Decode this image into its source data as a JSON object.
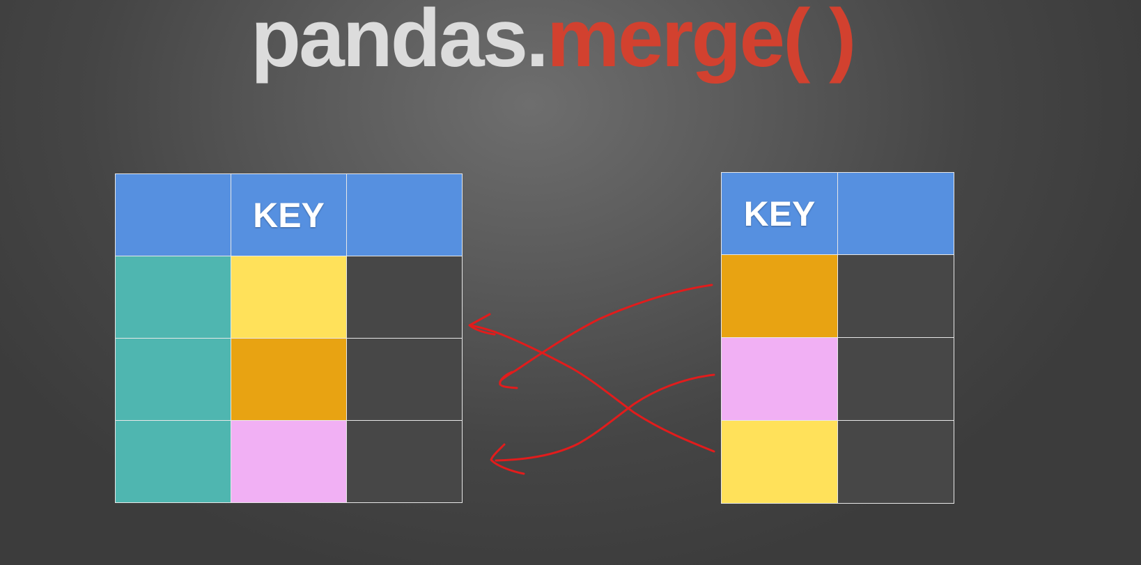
{
  "title": {
    "prefix": "pandas.",
    "function": "merge( )"
  },
  "colors": {
    "background": "#4a4a4a",
    "title_prefix": "#dcdcdc",
    "title_function": "#d2412f",
    "header_blue": "#5690e0",
    "teal": "#4fb6b0",
    "yellow": "#ffe15a",
    "orange": "#e8a312",
    "pink": "#f1b0f4",
    "dark_cell": "#474747",
    "arrow_red": "#e21c1c"
  },
  "left_table": {
    "headers": [
      "",
      "KEY",
      ""
    ],
    "rows": [
      [
        "teal",
        "yellow",
        "dark_cell"
      ],
      [
        "teal",
        "orange",
        "dark_cell"
      ],
      [
        "teal",
        "pink",
        "dark_cell"
      ]
    ]
  },
  "right_table": {
    "headers": [
      "KEY",
      ""
    ],
    "rows": [
      [
        "orange",
        "dark_cell"
      ],
      [
        "pink",
        "dark_cell"
      ],
      [
        "yellow",
        "dark_cell"
      ]
    ]
  },
  "arrows": [
    {
      "from": "right-row-1",
      "to": "left-row-2",
      "color": "arrow_red"
    },
    {
      "from": "right-row-2",
      "to": "left-row-3",
      "color": "arrow_red"
    },
    {
      "from": "right-row-3",
      "to": "left-row-1",
      "color": "arrow_red"
    }
  ]
}
